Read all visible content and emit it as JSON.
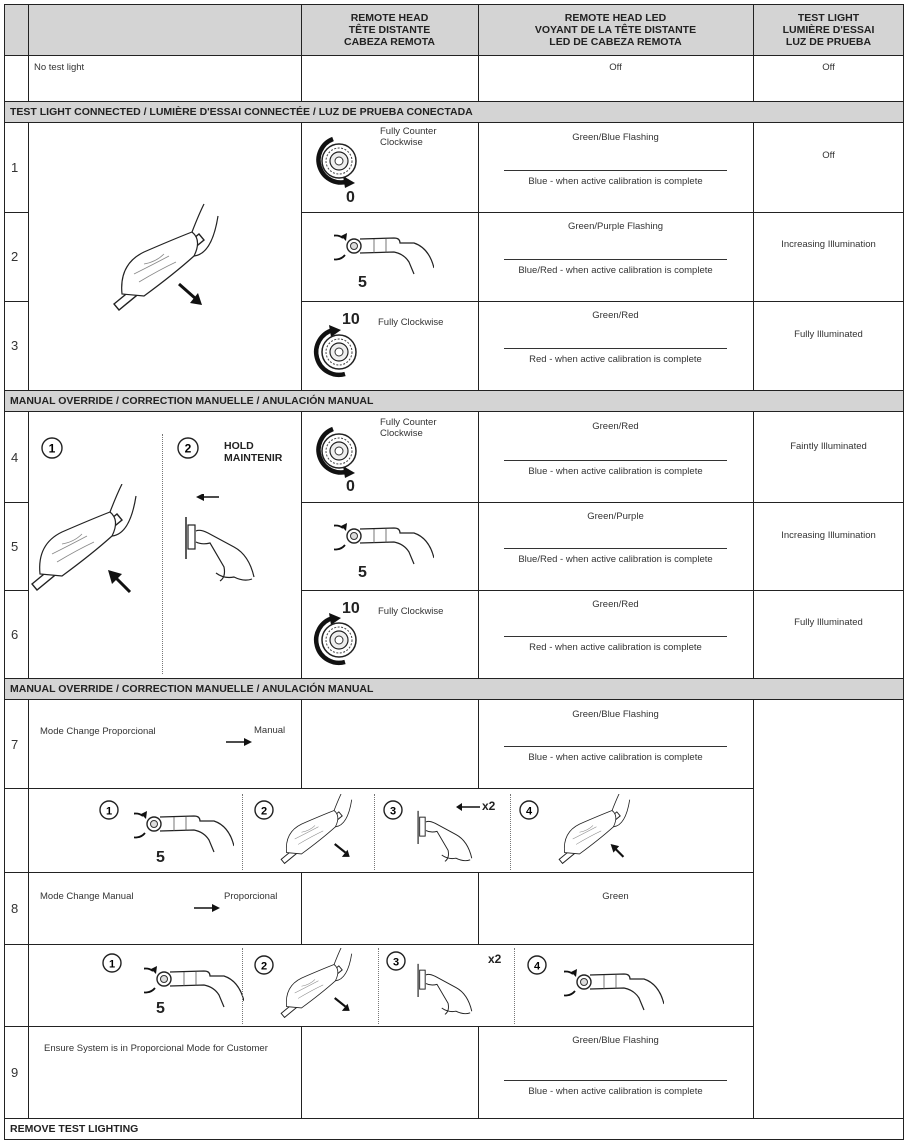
{
  "header": {
    "col_remote_head": "REMOTE HEAD\nTÊTE DISTANTE\nCABEZA REMOTA",
    "col_led": "REMOTE HEAD LED\nVOYANT DE LA TÊTE DISTANTE\nLED DE CABEZA REMOTA",
    "col_test_light": "TEST LIGHT\nLUMIÈRE D'ESSAI\nLUZ DE PRUEBA"
  },
  "no_test_light": {
    "label": "No test light",
    "led": "Off",
    "test_light": "Off"
  },
  "sections": {
    "connected": "TEST LIGHT CONNECTED / LUMIÈRE D'ESSAI CONNECTÉE / LUZ DE PRUEBA CONECTADA",
    "manual1": "MANUAL OVERRIDE / CORRECTION MANUELLE / ANULACIÓN MANUAL",
    "manual2": "MANUAL OVERRIDE / CORRECTION MANUELLE / ANULACIÓN MANUAL",
    "remove": "REMOVE TEST LIGHTING"
  },
  "rows": [
    {
      "num": "1",
      "dial_value": "0",
      "dial_label": "Fully  Counter\nClockwise",
      "led_top": "Green/Blue Flashing",
      "led_bottom": "Blue - when active calibration is complete",
      "test_light": "Off"
    },
    {
      "num": "2",
      "dial_value": "5",
      "dial_label": "",
      "led_top": "Green/Purple Flashing",
      "led_bottom": "Blue/Red - when active calibration is complete",
      "test_light": "Increasing Illumination"
    },
    {
      "num": "3",
      "dial_value": "10",
      "dial_label": "Fully Clockwise",
      "led_top": "Green/Red",
      "led_bottom": "Red - when active calibration is complete",
      "test_light": "Fully Illuminated"
    },
    {
      "num": "4",
      "dial_value": "0",
      "dial_label": "Fully  Counter\nClockwise",
      "led_top": "Green/Red",
      "led_bottom": "Blue - when active calibration is complete",
      "test_light": "Faintly Illuminated"
    },
    {
      "num": "5",
      "dial_value": "5",
      "dial_label": "",
      "led_top": "Green/Purple",
      "led_bottom": "Blue/Red - when active calibration is complete",
      "test_light": "Increasing Illumination"
    },
    {
      "num": "6",
      "dial_value": "10",
      "dial_label": "Fully Clockwise",
      "led_top": "Green/Red",
      "led_bottom": "Red - when active calibration is complete",
      "test_light": "Fully Illuminated"
    }
  ],
  "manual_steps": {
    "step1": "1",
    "step2": "2",
    "hold": "HOLD\nMAINTENIR"
  },
  "row7": {
    "num": "7",
    "text": "Mode Change Proporcional",
    "target": "Manual",
    "led_top": "Green/Blue Flashing",
    "led_bottom": "Blue - when active calibration is complete"
  },
  "seq7": {
    "s1": "1",
    "s2": "2",
    "s3": "3",
    "s4": "4",
    "dial": "5",
    "x2": "x2"
  },
  "row8": {
    "num": "8",
    "text": "Mode Change Manual",
    "target": "Proporcional",
    "led": "Green"
  },
  "seq8": {
    "s1": "1",
    "s2": "2",
    "s3": "3",
    "s4": "4",
    "dial": "5",
    "x2": "x2"
  },
  "row9": {
    "num": "9",
    "text": "Ensure System is in Proporcional Mode for Customer",
    "led_top": "Green/Blue Flashing",
    "led_bottom": "Blue - when active calibration is complete"
  }
}
